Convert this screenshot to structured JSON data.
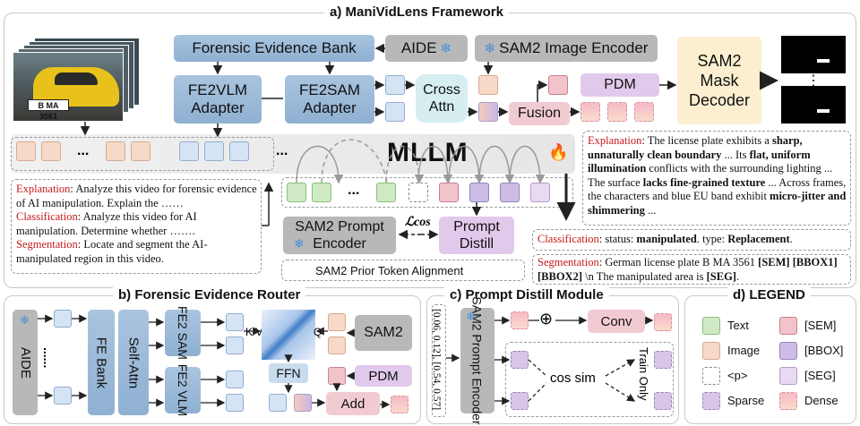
{
  "panels": {
    "a_title": "a) ManiVidLens Framework",
    "b_title": "b) Forensic Evidence Router",
    "c_title": "c) Prompt Distill Module",
    "d_title": "d) LEGEND"
  },
  "a": {
    "forensic_bank": "Forensic Evidence Bank",
    "aide": "AIDE",
    "sam2_image_encoder": "SAM2 Image Encoder",
    "sam2_mask_decoder": "SAM2 Mask Decoder",
    "fe2vlm": "FE2VLM Adapter",
    "fe2sam": "FE2SAM Adapter",
    "cross_attn": "Cross Attn",
    "pdm": "PDM",
    "fusion": "Fusion",
    "mllm": "MLLM",
    "ellipsis": "...",
    "plate": "B MA 3561",
    "sam2_prompt_encoder": "SAM2 Prompt Encoder",
    "prompt_distill": "Prompt Distill",
    "lcos": "ℒcos",
    "alignment": "SAM2 Prior Token Alignment",
    "mask_dots": "⋮",
    "input_prompts": [
      {
        "label": "Explanation",
        "text": ": Analyze this video for forensic evidence of AI manipulation. Explain the ……"
      },
      {
        "label": "Classification",
        "text": ": Analyze this video for AI manipulation. Determine whether ……."
      },
      {
        "label": "Segmentation",
        "text": ": Locate and segment the AI-manipulated region in this video."
      }
    ],
    "output": {
      "explanation_label": "Explanation",
      "explanation_parts": [
        ": The license plate exhibits a ",
        "sharp, unnaturally clean boundary",
        " ... Its ",
        "flat, uniform illumination",
        " conflicts with the surrounding lighting ... The surface ",
        "lacks fine-grained texture",
        " ... Across frames, the characters and blue EU band exhibit ",
        "micro-jitter and shimmering",
        " ..."
      ],
      "classification_label": "Classification",
      "classification_parts": [
        ": status: ",
        "manipulated",
        ". type: ",
        "Replacement",
        "."
      ],
      "segmentation_label": "Segmentation",
      "segmentation_parts": [
        ": German license plate B MA 3561 ",
        "[SEM] [BBOX1][BBOX2]",
        " \\n The manipulated area is ",
        "[SEG]",
        "."
      ]
    }
  },
  "b": {
    "aide": "AIDE",
    "dots": "......",
    "fe_bank": "FE Bank",
    "self_attn": "Self-Attn",
    "fe2sam": "FE2 SAM",
    "fe2vlm": "FE2 VLM",
    "kv": "K/V",
    "q": "Q",
    "sam2": "SAM2",
    "ffn": "FFN",
    "pdm": "PDM",
    "add": "Add"
  },
  "c": {
    "bbox_text": "[0.06, 0.12], [0.54, 0.57]",
    "sam2_prompt_encoder": "SAM2 Prompt Encoder",
    "plus": "⊕",
    "conv": "Conv",
    "cos_sim": "cos sim",
    "train_only": "Train Only"
  },
  "legend": {
    "items": [
      {
        "label": "Text",
        "kind": "t-text"
      },
      {
        "label": "[SEM]",
        "kind": "t-sem"
      },
      {
        "label": "Image",
        "kind": "t-img"
      },
      {
        "label": "[BBOX]",
        "kind": "t-bbox"
      },
      {
        "label": "<p>",
        "kind": "t-p"
      },
      {
        "label": "[SEG]",
        "kind": "t-seg"
      },
      {
        "label": "Sparse",
        "kind": "t-sparse"
      },
      {
        "label": "Dense",
        "kind": "t-dense"
      }
    ]
  },
  "icons": {
    "snowflake": "snowflake-icon",
    "fire": "fire-icon"
  },
  "colors": {
    "blue_block": "#9bb9d9",
    "gray_block": "#b8b8b8",
    "pdm": "#e1c9ec",
    "fusion": "#f2cbd2",
    "decoder": "#fbefcf",
    "red_label": "#c41a1a"
  }
}
